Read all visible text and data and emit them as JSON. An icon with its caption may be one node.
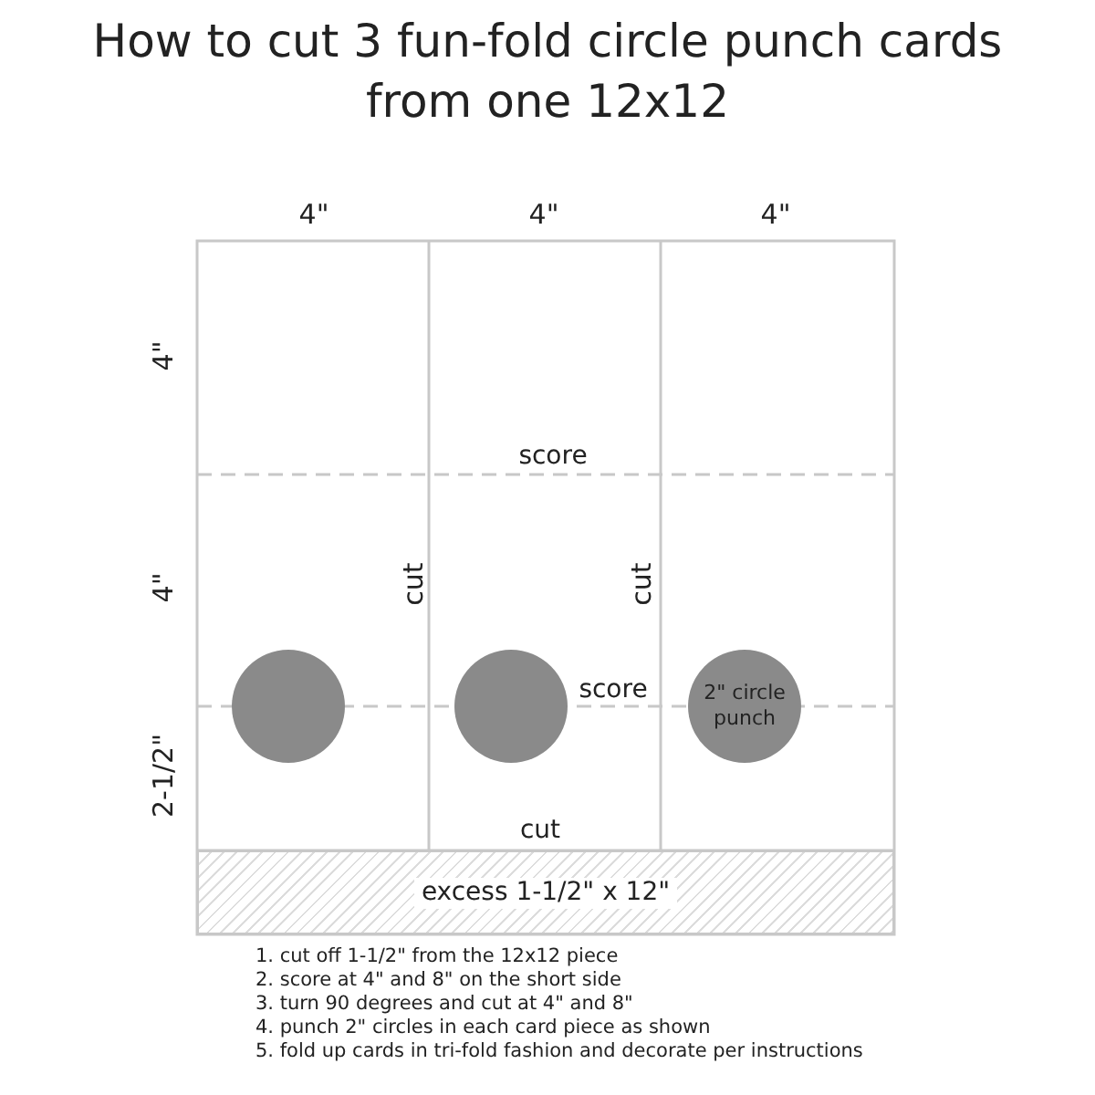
{
  "diagram": {
    "title": "How to cut 3 fun-fold circle punch cards from one 12x12",
    "nodes": [
      {
        "text": [],
        "shape": "circle"
      },
      {
        "text": [],
        "shape": "circle"
      },
      {
        "text": [
          "2\" circle punch"
        ]
      },
      {
        "text": [
          "excess 1-1/2\" x 12\""
        ]
      }
    ],
    "edges": [],
    "labels": [
      "4\"",
      "4\"",
      "4\"",
      "4\"",
      "score",
      "4\"",
      "cut",
      "cut",
      "score",
      "2-1/2\"",
      "cut",
      "1. cut off 1-1/2\" from the 12x12 piece",
      "2. score at 4\" and 8\" on the short side",
      "3. turn 90 degrees and cut at 4\" and 8\"",
      "4. punch 2\" circles in each card piece as shown",
      "5. fold up cards in tri-fold fashion and decorate per instructions"
    ]
  }
}
